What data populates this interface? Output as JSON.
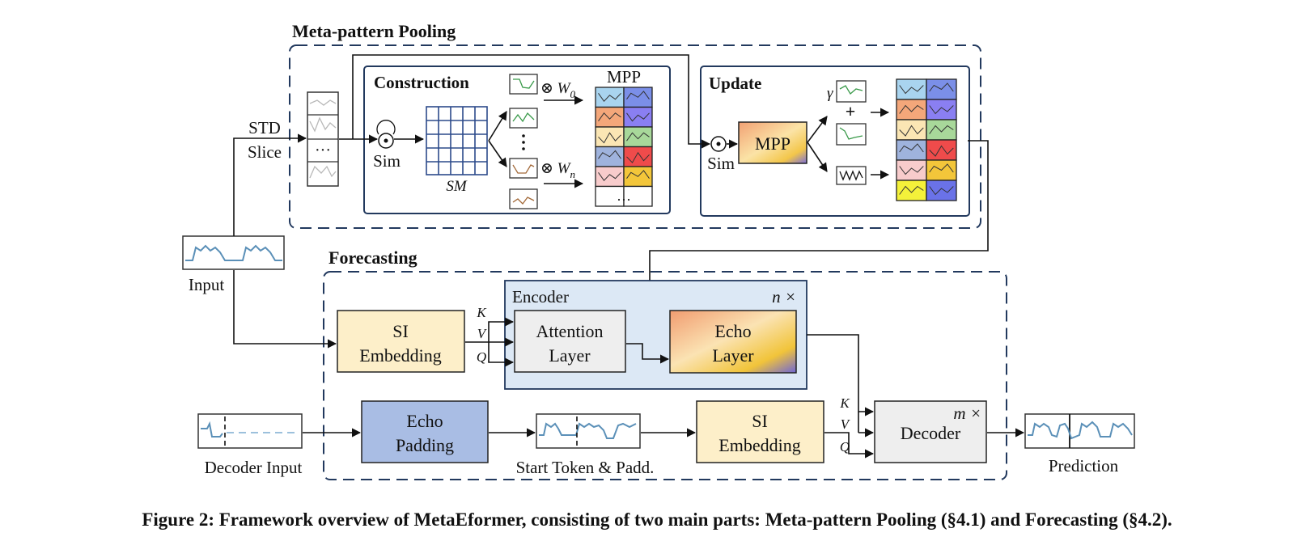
{
  "sections": {
    "pooling_title": "Meta-pattern Pooling",
    "construction_title": "Construction",
    "update_title": "Update",
    "forecasting_title": "Forecasting"
  },
  "labels": {
    "std": "STD",
    "slice": "Slice",
    "ellipsis": "···",
    "sim": "Sim",
    "sm": "SM",
    "w0": "⊗ W",
    "w0_sub": "0",
    "wn": "⊗ W",
    "wn_sub": "n",
    "mpp_header": "MPP",
    "mpp_block": "MPP",
    "gamma": "γ",
    "plus": "+",
    "input": "Input",
    "encoder": "Encoder",
    "n_times": "n ×",
    "k": "K",
    "v": "V",
    "q": "Q",
    "si_emb_1": "SI",
    "si_emb_2": "Embedding",
    "attn_1": "Attention",
    "attn_2": "Layer",
    "echo_1": "Echo",
    "echo_2": "Layer",
    "pad_1": "Echo",
    "pad_2": "Padding",
    "decoder": "Decoder",
    "m_times": "m ×",
    "decoder_input": "Decoder Input",
    "start_token": "Start Token  &  Padd.",
    "prediction": "Prediction"
  },
  "mpp_colors": [
    "#a9d4ef",
    "#7b8fe8",
    "#f4a77a",
    "#8a7ff2",
    "#fbe6b4",
    "#a8d89a",
    "#9fb3dd",
    "#ef4b4b",
    "#f8cccc",
    "#f3c63a",
    "#ffffff",
    "#ffffff"
  ],
  "update_colors": [
    "#a9d4ef",
    "#7b8fe8",
    "#f4a77a",
    "#8a7ff2",
    "#fbe6b4",
    "#a8d89a",
    "#9fb3dd",
    "#ef4b4b",
    "#f8cccc",
    "#f3c63a",
    "#f4f13a",
    "#6a72e8"
  ],
  "caption": "Figure 2: Framework overview of MetaEformer, consisting of two main parts: Meta-pattern Pooling (§4.1) and Forecasting (§4.2)."
}
